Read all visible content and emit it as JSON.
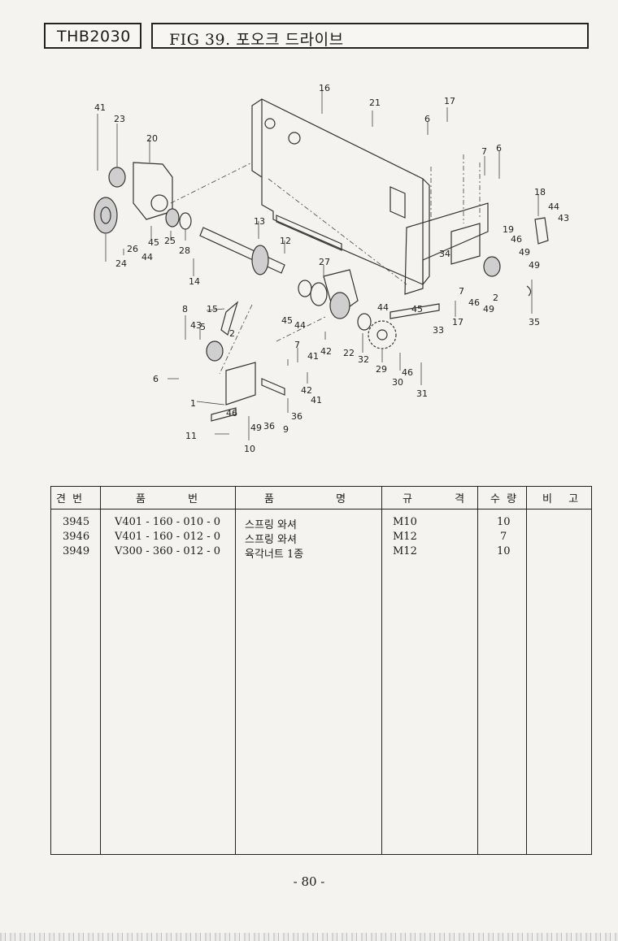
{
  "header": {
    "model": "THB2030",
    "figure_title": "FIG 39. 포오크 드라이브"
  },
  "diagram": {
    "labels": [
      "41",
      "23",
      "20",
      "16",
      "21",
      "17",
      "6",
      "7",
      "6",
      "18",
      "44",
      "43",
      "19",
      "46",
      "49",
      "49",
      "24",
      "26",
      "44",
      "45",
      "25",
      "28",
      "13",
      "12",
      "14",
      "27",
      "34",
      "7",
      "46",
      "49",
      "2",
      "35",
      "8",
      "15",
      "43",
      "5",
      "2",
      "45",
      "44",
      "44",
      "45",
      "33",
      "17",
      "7",
      "41",
      "42",
      "22",
      "32",
      "29",
      "46",
      "30",
      "31",
      "6",
      "1",
      "42",
      "41",
      "46",
      "49",
      "36",
      "36",
      "9",
      "11",
      "10"
    ]
  },
  "table": {
    "headers": [
      "견 번",
      "품 번",
      "품 명",
      "규 격",
      "수 량",
      "비 고"
    ],
    "rows": [
      {
        "no": "3945",
        "part": "V401 - 160 - 010 - 0",
        "name": "스프링 와셔",
        "spec": "M10",
        "qty": "10",
        "note": ""
      },
      {
        "no": "3946",
        "part": "V401 - 160 - 012 - 0",
        "name": "스프링 와셔",
        "spec": "M12",
        "qty": "7",
        "note": ""
      },
      {
        "no": "3949",
        "part": "V300 - 360 - 012 - 0",
        "name": "육각너트 1종",
        "spec": "M12",
        "qty": "10",
        "note": ""
      }
    ]
  },
  "footer": {
    "page": "- 80 -"
  }
}
